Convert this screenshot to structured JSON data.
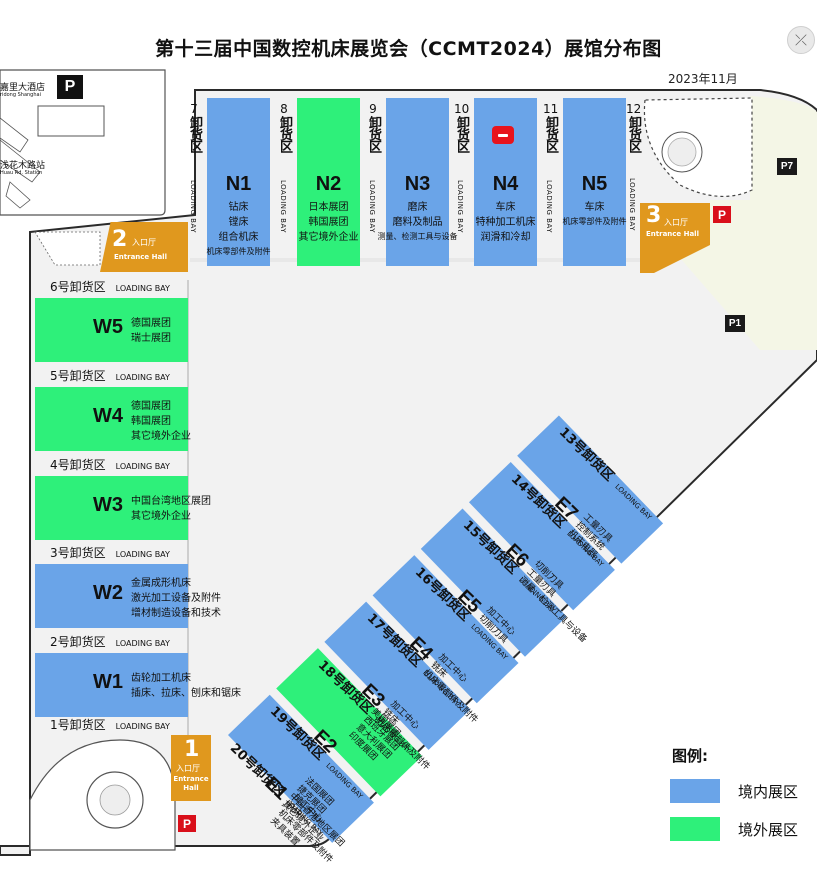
{
  "header": {
    "title": "第十三届中国数控机床展览会（CCMT2024）展馆分布图",
    "date": "2023年11月"
  },
  "colors": {
    "domestic": "#6aa4e8",
    "overseas": "#2ef07a",
    "entrance": "#e0981e",
    "parking": "#d90f1a",
    "outline": "#2a2a2a",
    "site": "#f2f2f2",
    "green_area": "#f4f6e6"
  },
  "hotel": {
    "name": "嘉里大酒店",
    "sub": "ridong Shanghai",
    "parking": "P"
  },
  "station": {
    "name": "浅花木路站",
    "sub": "Huau Rd. Station"
  },
  "north_halls": [
    {
      "code": "N1",
      "bay_num": "7",
      "bay_zh": "卸货区",
      "lines": [
        "钻床",
        "镗床",
        "组合机床"
      ],
      "small": [
        "机床零部件及附件"
      ],
      "type": "domestic"
    },
    {
      "code": "N2",
      "bay_num": "8",
      "bay_zh": "卸货区",
      "lines": [
        "日本展团",
        "韩国展团",
        "其它境外企业"
      ],
      "small": [],
      "type": "overseas"
    },
    {
      "code": "N3",
      "bay_num": "9",
      "bay_zh": "卸货区",
      "lines": [
        "磨床",
        "磨料及制品"
      ],
      "small": [
        "测量、检测工具与设备"
      ],
      "type": "domestic"
    },
    {
      "code": "N4",
      "bay_num": "10",
      "bay_zh": "卸货区",
      "lines": [
        "车床",
        "特种加工机床",
        "润滑和冷却"
      ],
      "small": [],
      "type": "domestic"
    },
    {
      "code": "N5",
      "bay_num": "11",
      "bay_zh": "卸货区",
      "lines": [
        "车床"
      ],
      "small": [
        "机床零部件及附件"
      ],
      "type": "domestic"
    }
  ],
  "north_extra_bay": {
    "num": "12",
    "zh": "卸货区"
  },
  "loading_bay_en": "LOADING BAY",
  "west_halls": [
    {
      "code": "W5",
      "bay": "6号卸货区",
      "lines": [
        "德国展团",
        "瑞士展团"
      ],
      "type": "overseas"
    },
    {
      "code": "W4",
      "bay": "5号卸货区",
      "lines": [
        "德国展团",
        "韩国展团",
        "其它境外企业"
      ],
      "type": "overseas"
    },
    {
      "code": "W3",
      "bay": "4号卸货区",
      "lines": [
        "中国台湾地区展团",
        "其它境外企业"
      ],
      "type": "overseas"
    },
    {
      "code": "W2",
      "bay": "3号卸货区",
      "lines": [
        "金属成形机床",
        "激光加工设备及附件",
        "增材制造设备和技术"
      ],
      "type": "domestic"
    },
    {
      "code": "W1",
      "bay": "2号卸货区",
      "lines": [
        "齿轮加工机床",
        "插床、拉床、刨床和锯床"
      ],
      "type": "domestic"
    }
  ],
  "west_bottom_bay": "1号卸货区",
  "east_halls": [
    {
      "code": "E7",
      "bay": "13号卸货区",
      "lines": [
        "工量刃具",
        "控制系统",
        "机床电器"
      ],
      "type": "domestic"
    },
    {
      "code": "E6",
      "bay": "14号卸货区",
      "lines": [
        "切削刀具",
        "工量刃具",
        "测量、检测工具与设备"
      ],
      "type": "domestic"
    },
    {
      "code": "E5",
      "bay": "15号卸货区",
      "lines": [
        "加工中心",
        "切削刀具"
      ],
      "type": "domestic"
    },
    {
      "code": "E4",
      "bay": "16号卸货区",
      "lines": [
        "加工中心",
        "铣床",
        "机床零部件及附件"
      ],
      "type": "domestic"
    },
    {
      "code": "E3",
      "bay": "17号卸货区",
      "lines": [
        "加工中心",
        "铣床",
        "机床零部件及附件"
      ],
      "type": "domestic"
    },
    {
      "code": "E2",
      "bay": "18号卸货区",
      "lines": [
        "美国展团",
        "西班牙展团",
        "意大利展团",
        "印度展团"
      ],
      "lines2": [
        "法国展团",
        "捷克展团",
        "中国香港地区展团",
        "其它境外企业"
      ],
      "type": "overseas"
    },
    {
      "code": "E1",
      "bay": "19号卸货区",
      "lines": [
        "加工中心",
        "铣床",
        "机床零部件及附件",
        "夹具装置"
      ],
      "type": "domestic"
    }
  ],
  "east_extra_bay": "20号卸货区",
  "entrances": [
    {
      "num": "1",
      "zh": "入口厅",
      "en": "Entrance Hall"
    },
    {
      "num": "2",
      "zh": "入口厅",
      "en": "Entrance Hall"
    },
    {
      "num": "3",
      "zh": "入口厅",
      "en": "Entrance Hall"
    }
  ],
  "parking_labels": [
    "P",
    "P",
    "P"
  ],
  "parking_lots": [
    {
      "label": "P7"
    },
    {
      "label": "P1"
    }
  ],
  "legend": {
    "title": "图例:",
    "items": [
      {
        "label": "境内展区",
        "type": "domestic"
      },
      {
        "label": "境外展区",
        "type": "overseas"
      }
    ]
  },
  "close_icon": "close-icon"
}
